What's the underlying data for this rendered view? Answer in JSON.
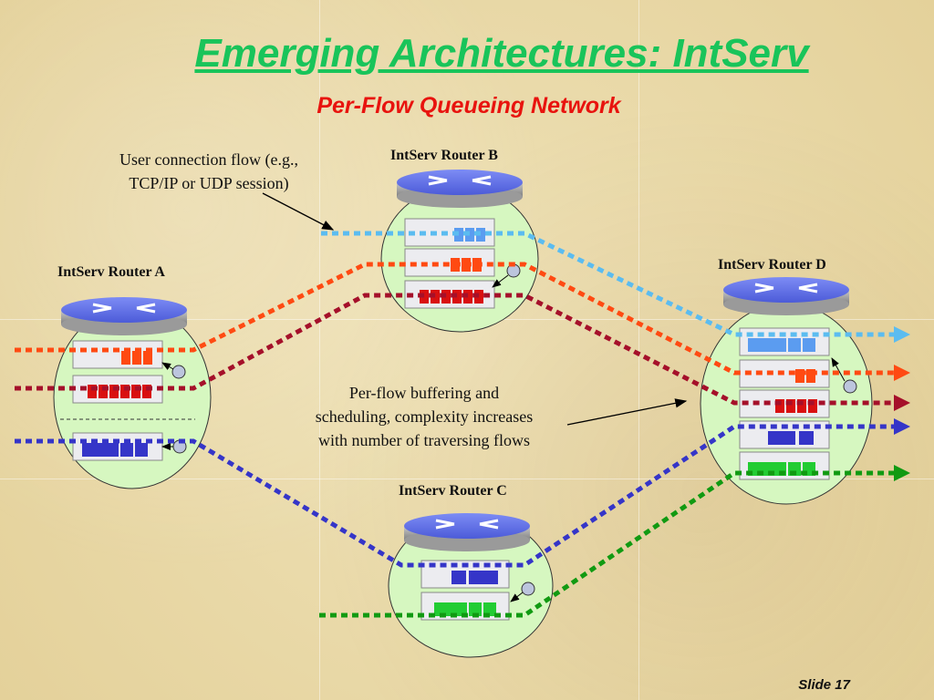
{
  "slide": {
    "title": "Emerging Architectures: IntServ",
    "subtitle": "Per-Flow Queueing Network",
    "slide_number": "Slide 17"
  },
  "annotations": {
    "user_flow_line1": "User connection flow (e.g.,",
    "user_flow_line2": "TCP/IP or UDP session)",
    "buffering_line1": "Per-flow buffering and",
    "buffering_line2": "scheduling, complexity increases",
    "buffering_line3": "with number of traversing flows"
  },
  "routers": {
    "a": {
      "name": "IntServ Router A"
    },
    "b": {
      "name": "IntServ Router B"
    },
    "c": {
      "name": "IntServ Router C"
    },
    "d": {
      "name": "IntServ Router D"
    }
  },
  "colors": {
    "title": "#19c45a",
    "subtitle": "#e8130e",
    "flow_light_blue": "#5bbcf0",
    "flow_orange": "#ff4a12",
    "flow_dark_red": "#a5102a",
    "flow_blue": "#3535c8",
    "flow_green": "#119a12",
    "router_bubble": "#d6f7c0",
    "router_cap": "#5a6ae0"
  }
}
